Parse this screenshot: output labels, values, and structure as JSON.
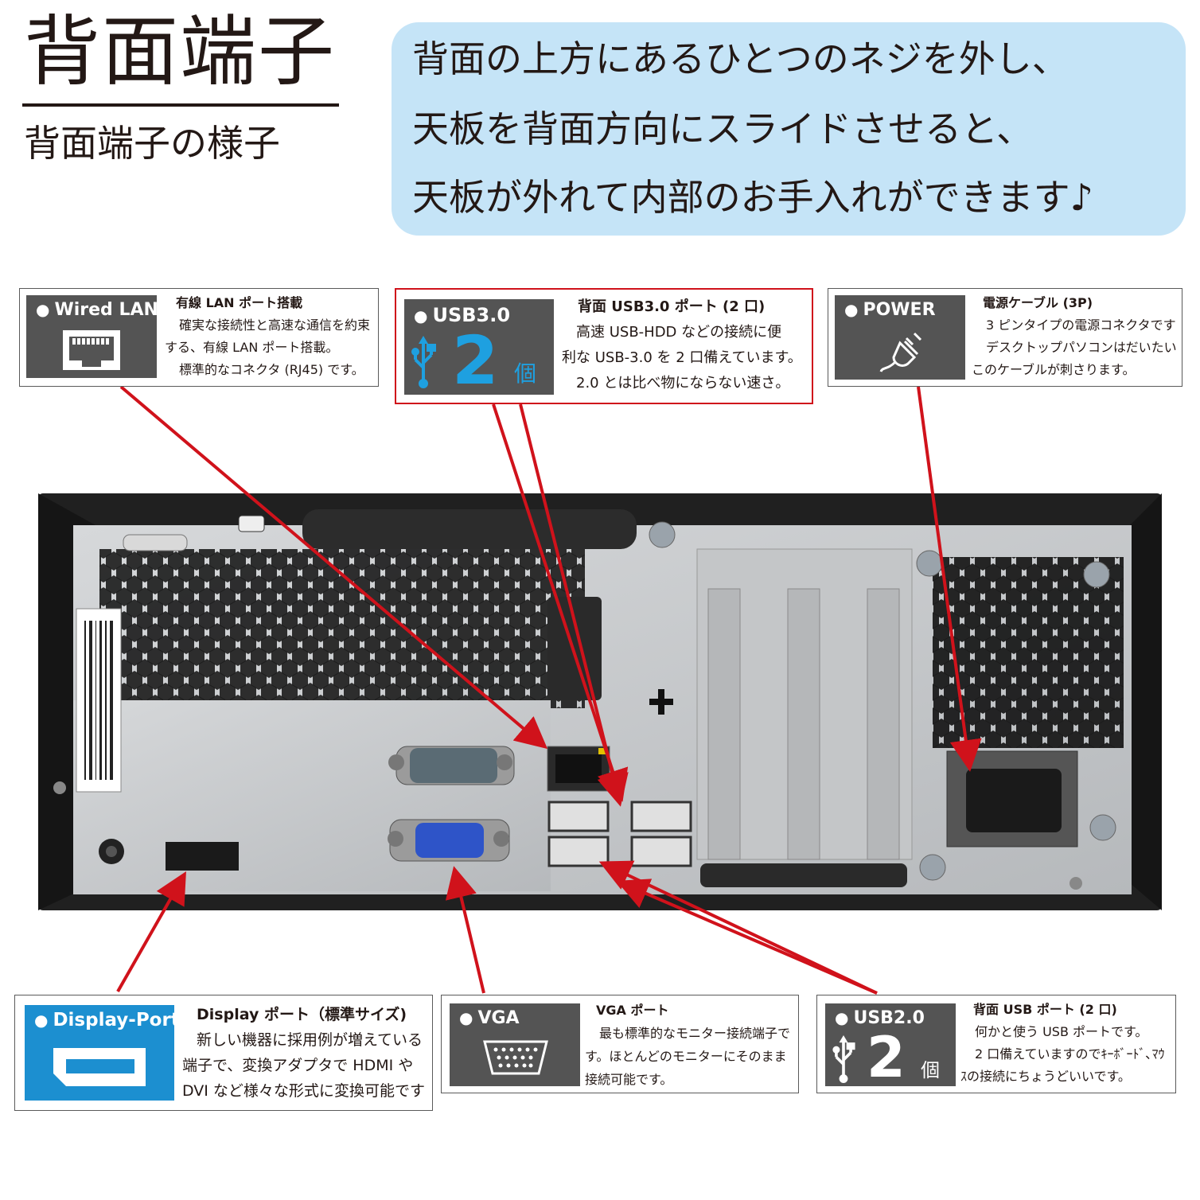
{
  "header": {
    "title": "背面端子",
    "subtitle": "背面端子の様子"
  },
  "bubble": {
    "lines": [
      "背面の上方にあるひとつのネジを外し、",
      "天板を背面方向にスライドさせると、",
      "天板が外れて内部のお手入れができます♪"
    ],
    "color": "#c5e4f7"
  },
  "callouts": {
    "lan": {
      "badge": "Wired LAN",
      "heading": "有線 LAN ポート搭載",
      "lines": [
        "確実な接続性と高速な通信を約束",
        "する、有線 LAN ポート搭載。",
        "標準的なコネクタ (RJ45) です。"
      ]
    },
    "usb3": {
      "badge": "USB3.0",
      "number": "2",
      "unit": "個",
      "heading": "背面 USB3.0 ポート (2 口)",
      "lines": [
        "高速 USB-HDD などの接続に便",
        "利な USB-3.0 を 2 口備えています。",
        "2.0 とは比べ物にならない速さ。"
      ]
    },
    "power": {
      "badge": "POWER",
      "heading": "電源ケーブル (3P)",
      "lines": [
        "3 ピンタイプの電源コネクタです",
        "デスクトップパソコンはだいたい",
        "このケーブルが刺さります。"
      ]
    },
    "displayport": {
      "badge": "Display-Port",
      "heading": "Display ポート（標準サイズ)",
      "lines": [
        "新しい機器に採用例が増えている",
        "端子で、変換アダプタで HDMI や",
        "DVI など様々な形式に変換可能です"
      ]
    },
    "vga": {
      "badge": "VGA",
      "heading": "VGA ポート",
      "lines": [
        "最も標準的なモニター接続端子で",
        "す。ほとんどのモニターにそのまま",
        "接続可能です。"
      ]
    },
    "usb2": {
      "badge": "USB2.0",
      "number": "2",
      "unit": "個",
      "heading": "背面 USB ポート (2 口)",
      "lines": [
        "何かと使う USB ポートです。",
        "2 口備えていますのでｷｰﾎﾞｰﾄﾞ､ﾏｳ",
        "ｽの接続にちょうどいいです。"
      ]
    }
  },
  "colors": {
    "accent_red": "#d0121b",
    "badge_gray": "#545454",
    "dp_blue": "#1c8fd0",
    "usb3_blue": "#1ea0e0"
  },
  "icons": [
    "ethernet-port-icon",
    "usb-icon",
    "power-plug-icon",
    "displayport-icon",
    "vga-port-icon"
  ]
}
